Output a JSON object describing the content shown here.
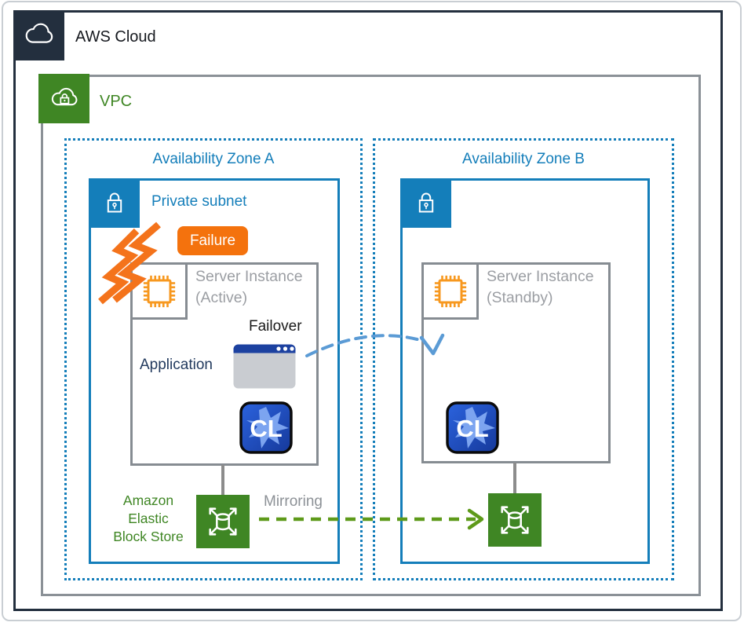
{
  "aws_cloud": {
    "label": "AWS Cloud"
  },
  "vpc": {
    "label": "VPC"
  },
  "zones": [
    {
      "label": "Availability Zone A",
      "subnet": {
        "label": "Private subnet"
      },
      "server": {
        "title": "Server Instance",
        "state": "(Active)"
      },
      "cl_badge": "CL"
    },
    {
      "label": "Availability Zone B",
      "server": {
        "title": "Server Instance",
        "state": "(Standby)"
      },
      "cl_badge": "CL"
    }
  ],
  "annotations": {
    "failure": "Failure",
    "failover": "Failover",
    "application": "Application",
    "mirroring": "Mirroring"
  },
  "ebs": {
    "label_lines": [
      "Amazon",
      "Elastic",
      "Block Store"
    ]
  },
  "colors": {
    "aws_dark": "#232F3E",
    "container_gray": "#8B9197",
    "zone_subnet_blue": "#147EBA",
    "green": "#3F8624",
    "orange": "#F4720D",
    "chip_orange": "#F7981F",
    "server_text_gray": "#9B9EA3",
    "mirroring_arrow_green": "#5E9A1A",
    "failover_arrow_blue": "#5B9BD5",
    "window_bar_blue": "#1C41A0",
    "cl_blue": "#1E4FC2"
  }
}
